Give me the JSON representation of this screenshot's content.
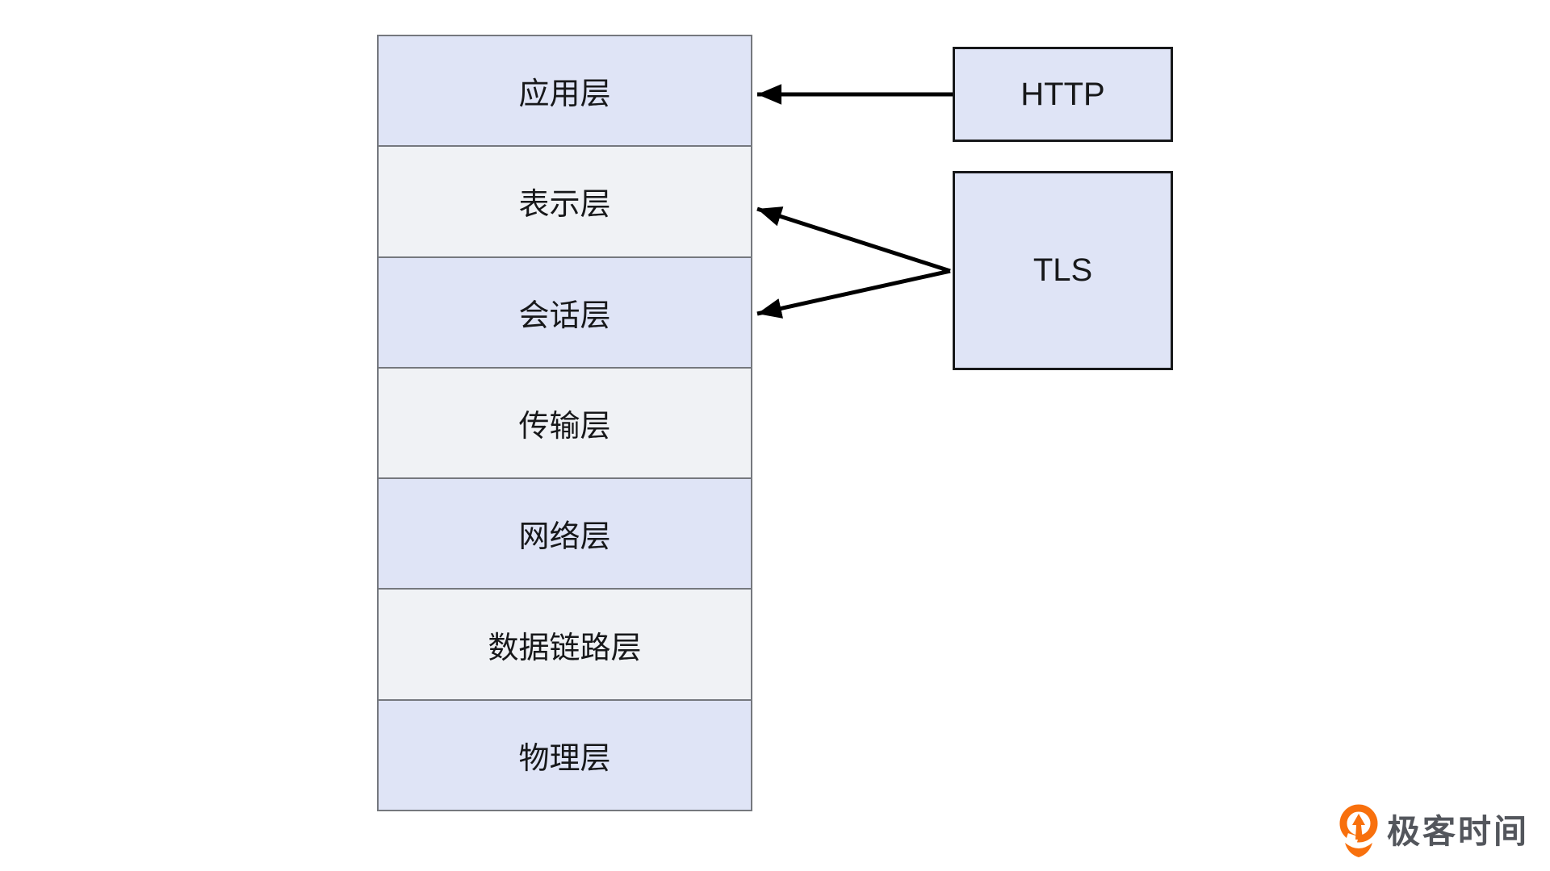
{
  "diagram": {
    "layers": [
      {
        "label": "应用层"
      },
      {
        "label": "表示层"
      },
      {
        "label": "会话层"
      },
      {
        "label": "传输层"
      },
      {
        "label": "网络层"
      },
      {
        "label": "数据链路层"
      },
      {
        "label": "物理层"
      }
    ],
    "protocols": {
      "http": {
        "label": "HTTP"
      },
      "tls": {
        "label": "TLS"
      }
    },
    "connections": [
      {
        "from": "HTTP",
        "to": "应用层"
      },
      {
        "from": "TLS",
        "to": "表示层"
      },
      {
        "from": "TLS",
        "to": "会话层"
      }
    ]
  },
  "colors": {
    "layer_blue": "#dfe4f6",
    "layer_gray": "#f0f2f5",
    "stack_border": "#75787e",
    "box_border": "#17181a",
    "arrow": "#000000",
    "brand_orange": "#f8700d",
    "brand_text": "#53565c"
  },
  "branding": {
    "logo_text": "极客时间"
  }
}
